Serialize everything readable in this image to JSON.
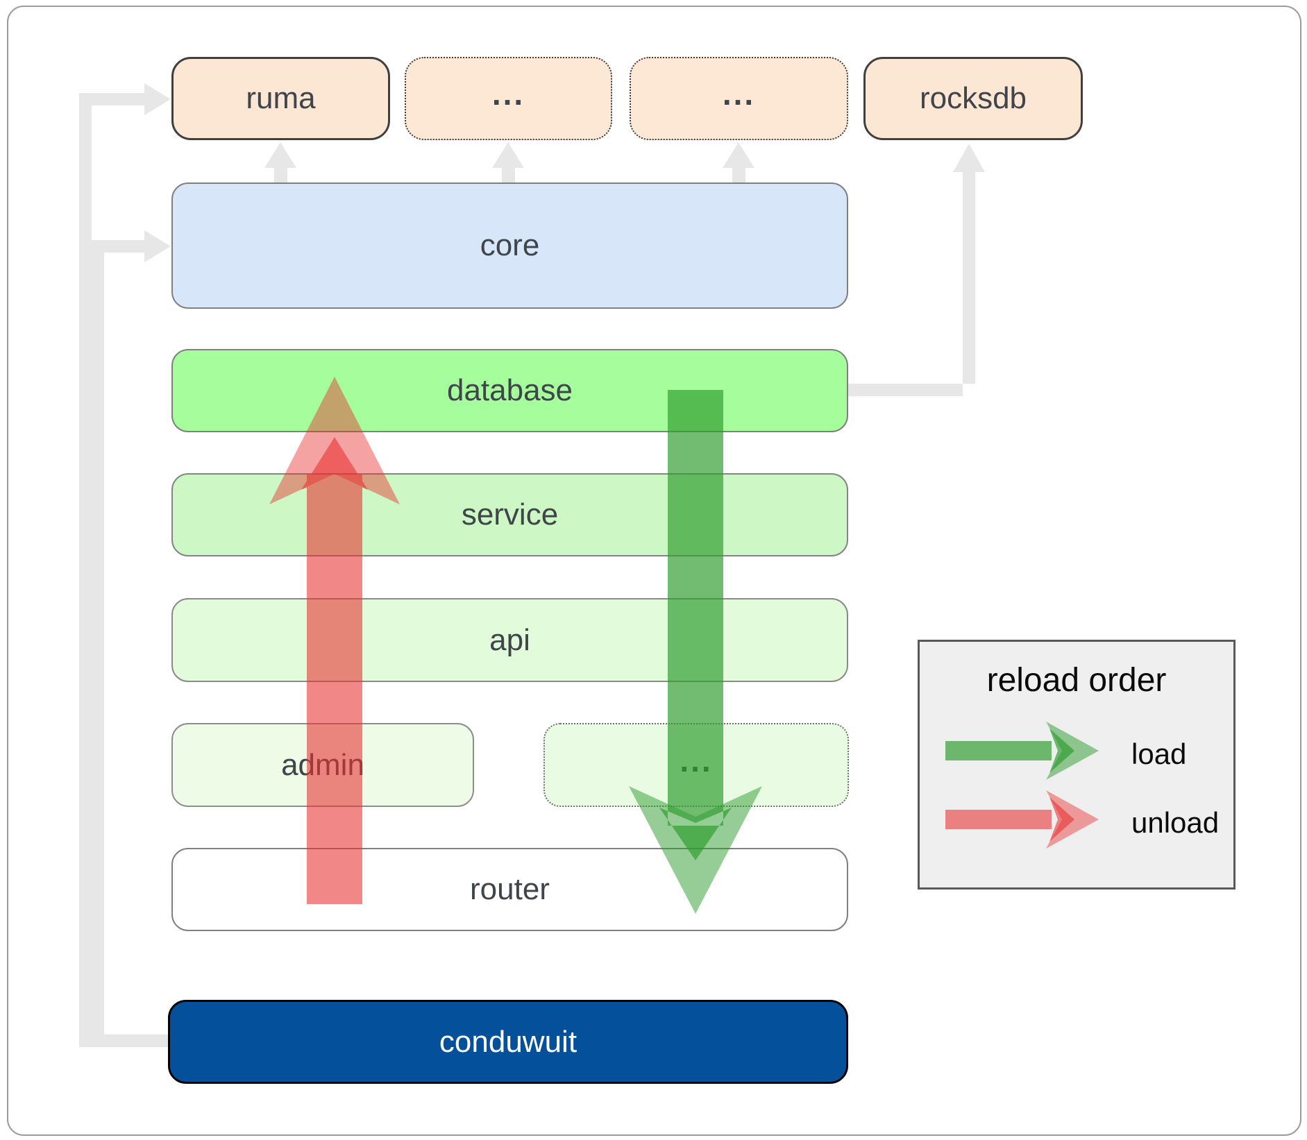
{
  "diagram": {
    "title": "conduwuit architecture reload order diagram",
    "nodes": {
      "ruma": {
        "label": "ruma"
      },
      "ellipsis1": {
        "label": "..."
      },
      "ellipsis2": {
        "label": "..."
      },
      "rocksdb": {
        "label": "rocksdb"
      },
      "core": {
        "label": "core"
      },
      "database": {
        "label": "database"
      },
      "service": {
        "label": "service"
      },
      "api": {
        "label": "api"
      },
      "admin": {
        "label": "admin"
      },
      "ellipsis3": {
        "label": "..."
      },
      "router": {
        "label": "router"
      },
      "conduwuit": {
        "label": "conduwuit"
      }
    },
    "legend": {
      "title": "reload order",
      "items": [
        {
          "label": "load",
          "arrow_color": "#2d9c2d",
          "direction": "right"
        },
        {
          "label": "unload",
          "arrow_color": "#e83030",
          "direction": "right"
        }
      ]
    },
    "colors": {
      "peach_node_fill": "#fce6d4",
      "core_fill": "#d7e7f9",
      "database_fill": "#a5fd9b",
      "service_fill": "#cdf7c5",
      "api_fill": "#e1fbdb",
      "admin_fill": "#edfbe7",
      "router_fill": "#ffffff",
      "conduwuit_fill": "#05509a",
      "legend_fill": "#efefef",
      "connector_gray": "#e7e7e7",
      "load_arrow_green": "#2d9c2d",
      "unload_arrow_red": "#e83030",
      "node_text": "#3f454a"
    }
  }
}
